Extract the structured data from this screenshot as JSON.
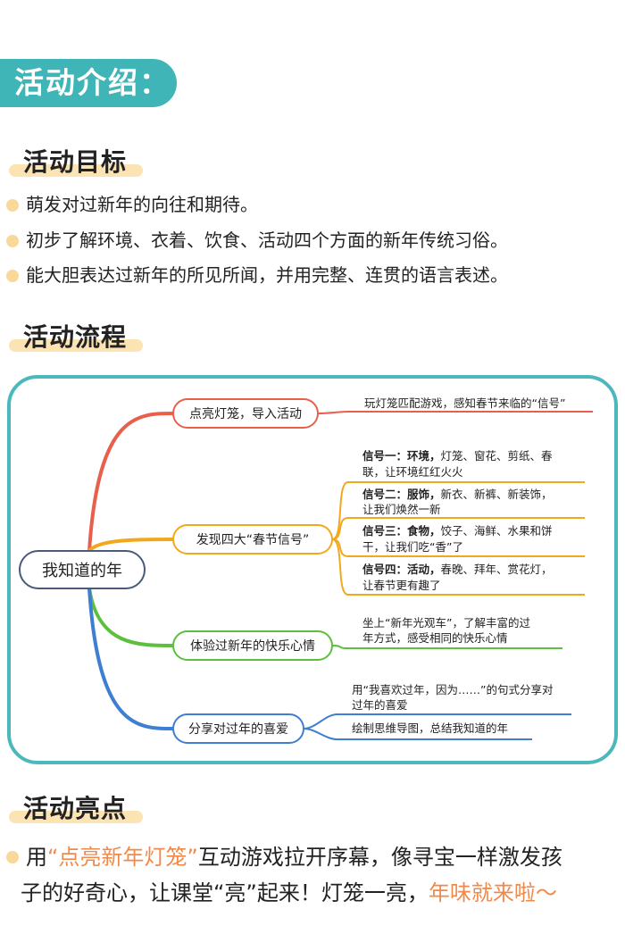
{
  "intro": {
    "title": "活动介绍："
  },
  "goals": {
    "title": "活动目标",
    "items": [
      "萌发对过新年的向往和期待。",
      "初步了解环境、衣着、饮食、活动四个方面的新年传统习俗。",
      "能大胆表达过新年的所见所闻，并用完整、连贯的语言表述。"
    ]
  },
  "process": {
    "title": "活动流程",
    "center": "我知道的年",
    "branches": [
      {
        "label": "点亮灯笼，导入活动",
        "color": "#e8604c",
        "details": [
          {
            "lines": [
              "玩灯笼匹配游戏，感知春节来临的“信号”"
            ]
          }
        ]
      },
      {
        "label": "发现四大“春节信号”",
        "color": "#f2a81d",
        "details": [
          {
            "bold": "信号一：环境，",
            "lines": [
              "灯笼、窗花、剪纸、春",
              "联，让环境红红火火"
            ]
          },
          {
            "bold": "信号二：服饰，",
            "lines": [
              "新衣、新裤、新装饰，",
              "让我们焕然一新"
            ]
          },
          {
            "bold": "信号三：食物，",
            "lines": [
              "饺子、海鲜、水果和饼",
              "干，让我们吃“香”了"
            ]
          },
          {
            "bold": "信号四：活动，",
            "lines": [
              "春晚、拜年、赏花灯，",
              "让春节更有趣了"
            ]
          }
        ]
      },
      {
        "label": "体验过新年的快乐心情",
        "color": "#5cbf3e",
        "details": [
          {
            "lines": [
              "坐上“新年光观车”，了解丰富的过",
              "年方式，感受相同的快乐心情"
            ]
          }
        ]
      },
      {
        "label": "分享对过年的喜爱",
        "color": "#3f7fd1",
        "details": [
          {
            "lines": [
              "用“我喜欢过年，因为……”的句式分享对",
              "过年的喜爱"
            ]
          },
          {
            "lines": [
              "绘制思维导图，总结我知道的年"
            ]
          }
        ]
      }
    ]
  },
  "highlights": {
    "title": "活动亮点",
    "p1": "用",
    "q1": "“点亮新年灯笼”",
    "p2": "互动游戏拉开序幕，像寻宝一样激发孩",
    "p3": "子的好奇心，让课堂“亮”起来！灯笼一亮，",
    "q2": "年味就来啦～"
  }
}
